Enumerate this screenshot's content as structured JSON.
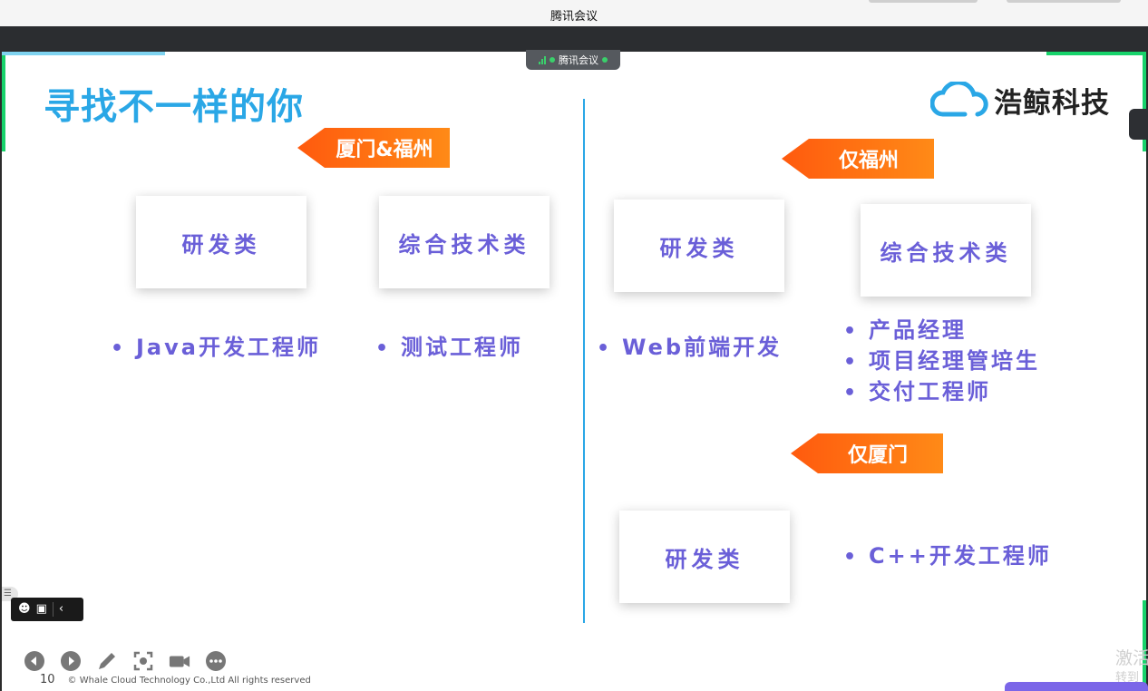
{
  "window": {
    "title": "腾讯会议"
  },
  "meeting_badge": {
    "label": "腾讯会议"
  },
  "slide": {
    "heading": "寻找不一样的你",
    "logo": {
      "brand": "浩鲸科技"
    },
    "left": {
      "ribbon": "厦门&福州",
      "cards": [
        "研发类",
        "综合技术类"
      ],
      "lists": [
        [
          "Java开发工程师"
        ],
        [
          "测试工程师"
        ]
      ]
    },
    "right": {
      "ribbon_fz": "仅福州",
      "cards_fz": [
        "研发类",
        "综合技术类"
      ],
      "lists_fz": [
        [
          "Web前端开发"
        ],
        [
          "产品经理",
          "项目经理管培生",
          "交付工程师"
        ]
      ],
      "ribbon_xm": "仅厦门",
      "card_xm": "研发类",
      "list_xm": [
        "C++开发工程师"
      ]
    },
    "footer": {
      "page_number": "10",
      "copyright": "© Whale Cloud Technology Co.,Ltd  All rights reserved"
    }
  },
  "watermark": {
    "line1": "激活",
    "line2": "转到"
  },
  "colors": {
    "accent_blue": "#2aa7e6",
    "ribbon_orange": "#ff6a12",
    "text_purple": "#6a5fd8",
    "edge_green": "#17d36b"
  },
  "icons": {
    "controls": [
      "prev-icon",
      "next-icon",
      "pen-icon",
      "capture-icon",
      "camera-icon",
      "more-icon"
    ],
    "chatbar": [
      "emoji-icon",
      "chat-icon",
      "collapse-icon"
    ]
  }
}
